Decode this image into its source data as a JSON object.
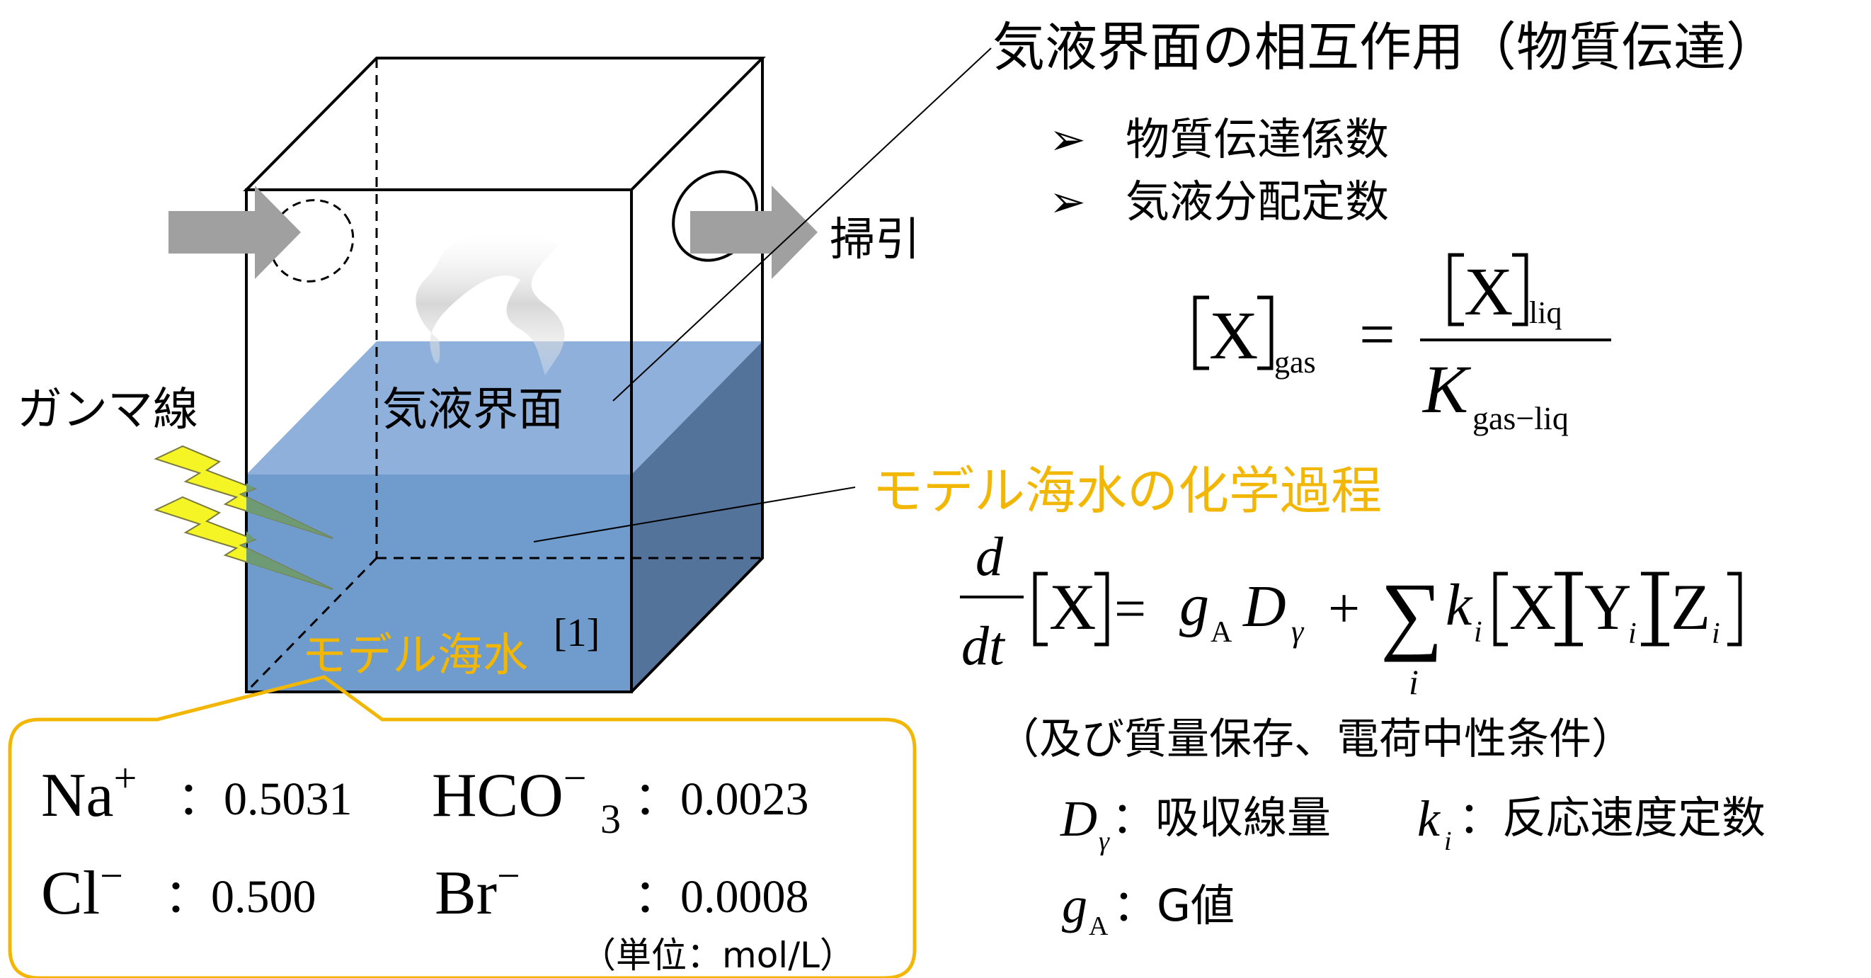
{
  "colors": {
    "water": "#6f99c9",
    "water_front": "#6f9ccd",
    "water_side": "#54739a",
    "water_top": "#8eb0db",
    "arrow": "#a0a0a0",
    "gamma": "#f5f526",
    "gamma_inner": "#6e9a74",
    "orange": "#f2b705",
    "line": "#000000"
  },
  "labels": {
    "gamma_ray": "ガンマ線",
    "sweep": "掃引",
    "gas_liquid_interface": "気液界面",
    "model_seawater": "モデル海水",
    "citation": "[1]"
  },
  "interface_section": {
    "title": "気液界面の相互作用（物質伝達）",
    "bullet_marker": "➢",
    "bullets": [
      "物質伝達係数",
      "気液分配定数"
    ],
    "formula": {
      "lhs": "X",
      "lhs_sub": "gas",
      "equals": "=",
      "numerator": "X",
      "numerator_sub": "liq",
      "denominator": "K",
      "denominator_sub": "gas−liq"
    }
  },
  "chemistry_section": {
    "title": "モデル海水の化学過程",
    "ode": {
      "d": "d",
      "dt": "dt",
      "x": "X",
      "equals": "=",
      "g": "g",
      "g_sub": "A",
      "D": "D",
      "D_sub": "γ",
      "plus": "+",
      "sum": "∑",
      "sum_sub": "i",
      "k": "k",
      "k_sub": "i",
      "y": "Y",
      "y_sub": "i",
      "z": "Z",
      "z_sub": "i"
    },
    "note": "（及び質量保存、電荷中性条件）",
    "legend_dose_symbol": "D",
    "legend_dose_sub": "γ",
    "legend_dose": "：吸収線量",
    "legend_rate_symbol": "k",
    "legend_rate_sub": "i",
    "legend_rate": "：反応速度定数",
    "legend_g_symbol": "g",
    "legend_g_sub": "A",
    "legend_g": "：G値"
  },
  "composition": {
    "na_label": "Na",
    "na_charge": "+",
    "na_value": "0.5031",
    "hco3_label": "HCO",
    "hco3_sub": "3",
    "hco3_charge": "−",
    "hco3_value": "0.0023",
    "cl_label": "Cl",
    "cl_charge": "−",
    "cl_value": "0.500",
    "br_label": "Br",
    "br_charge": "−",
    "br_value": "0.0008",
    "colon": "：",
    "unit": "（単位：mol/L）"
  }
}
